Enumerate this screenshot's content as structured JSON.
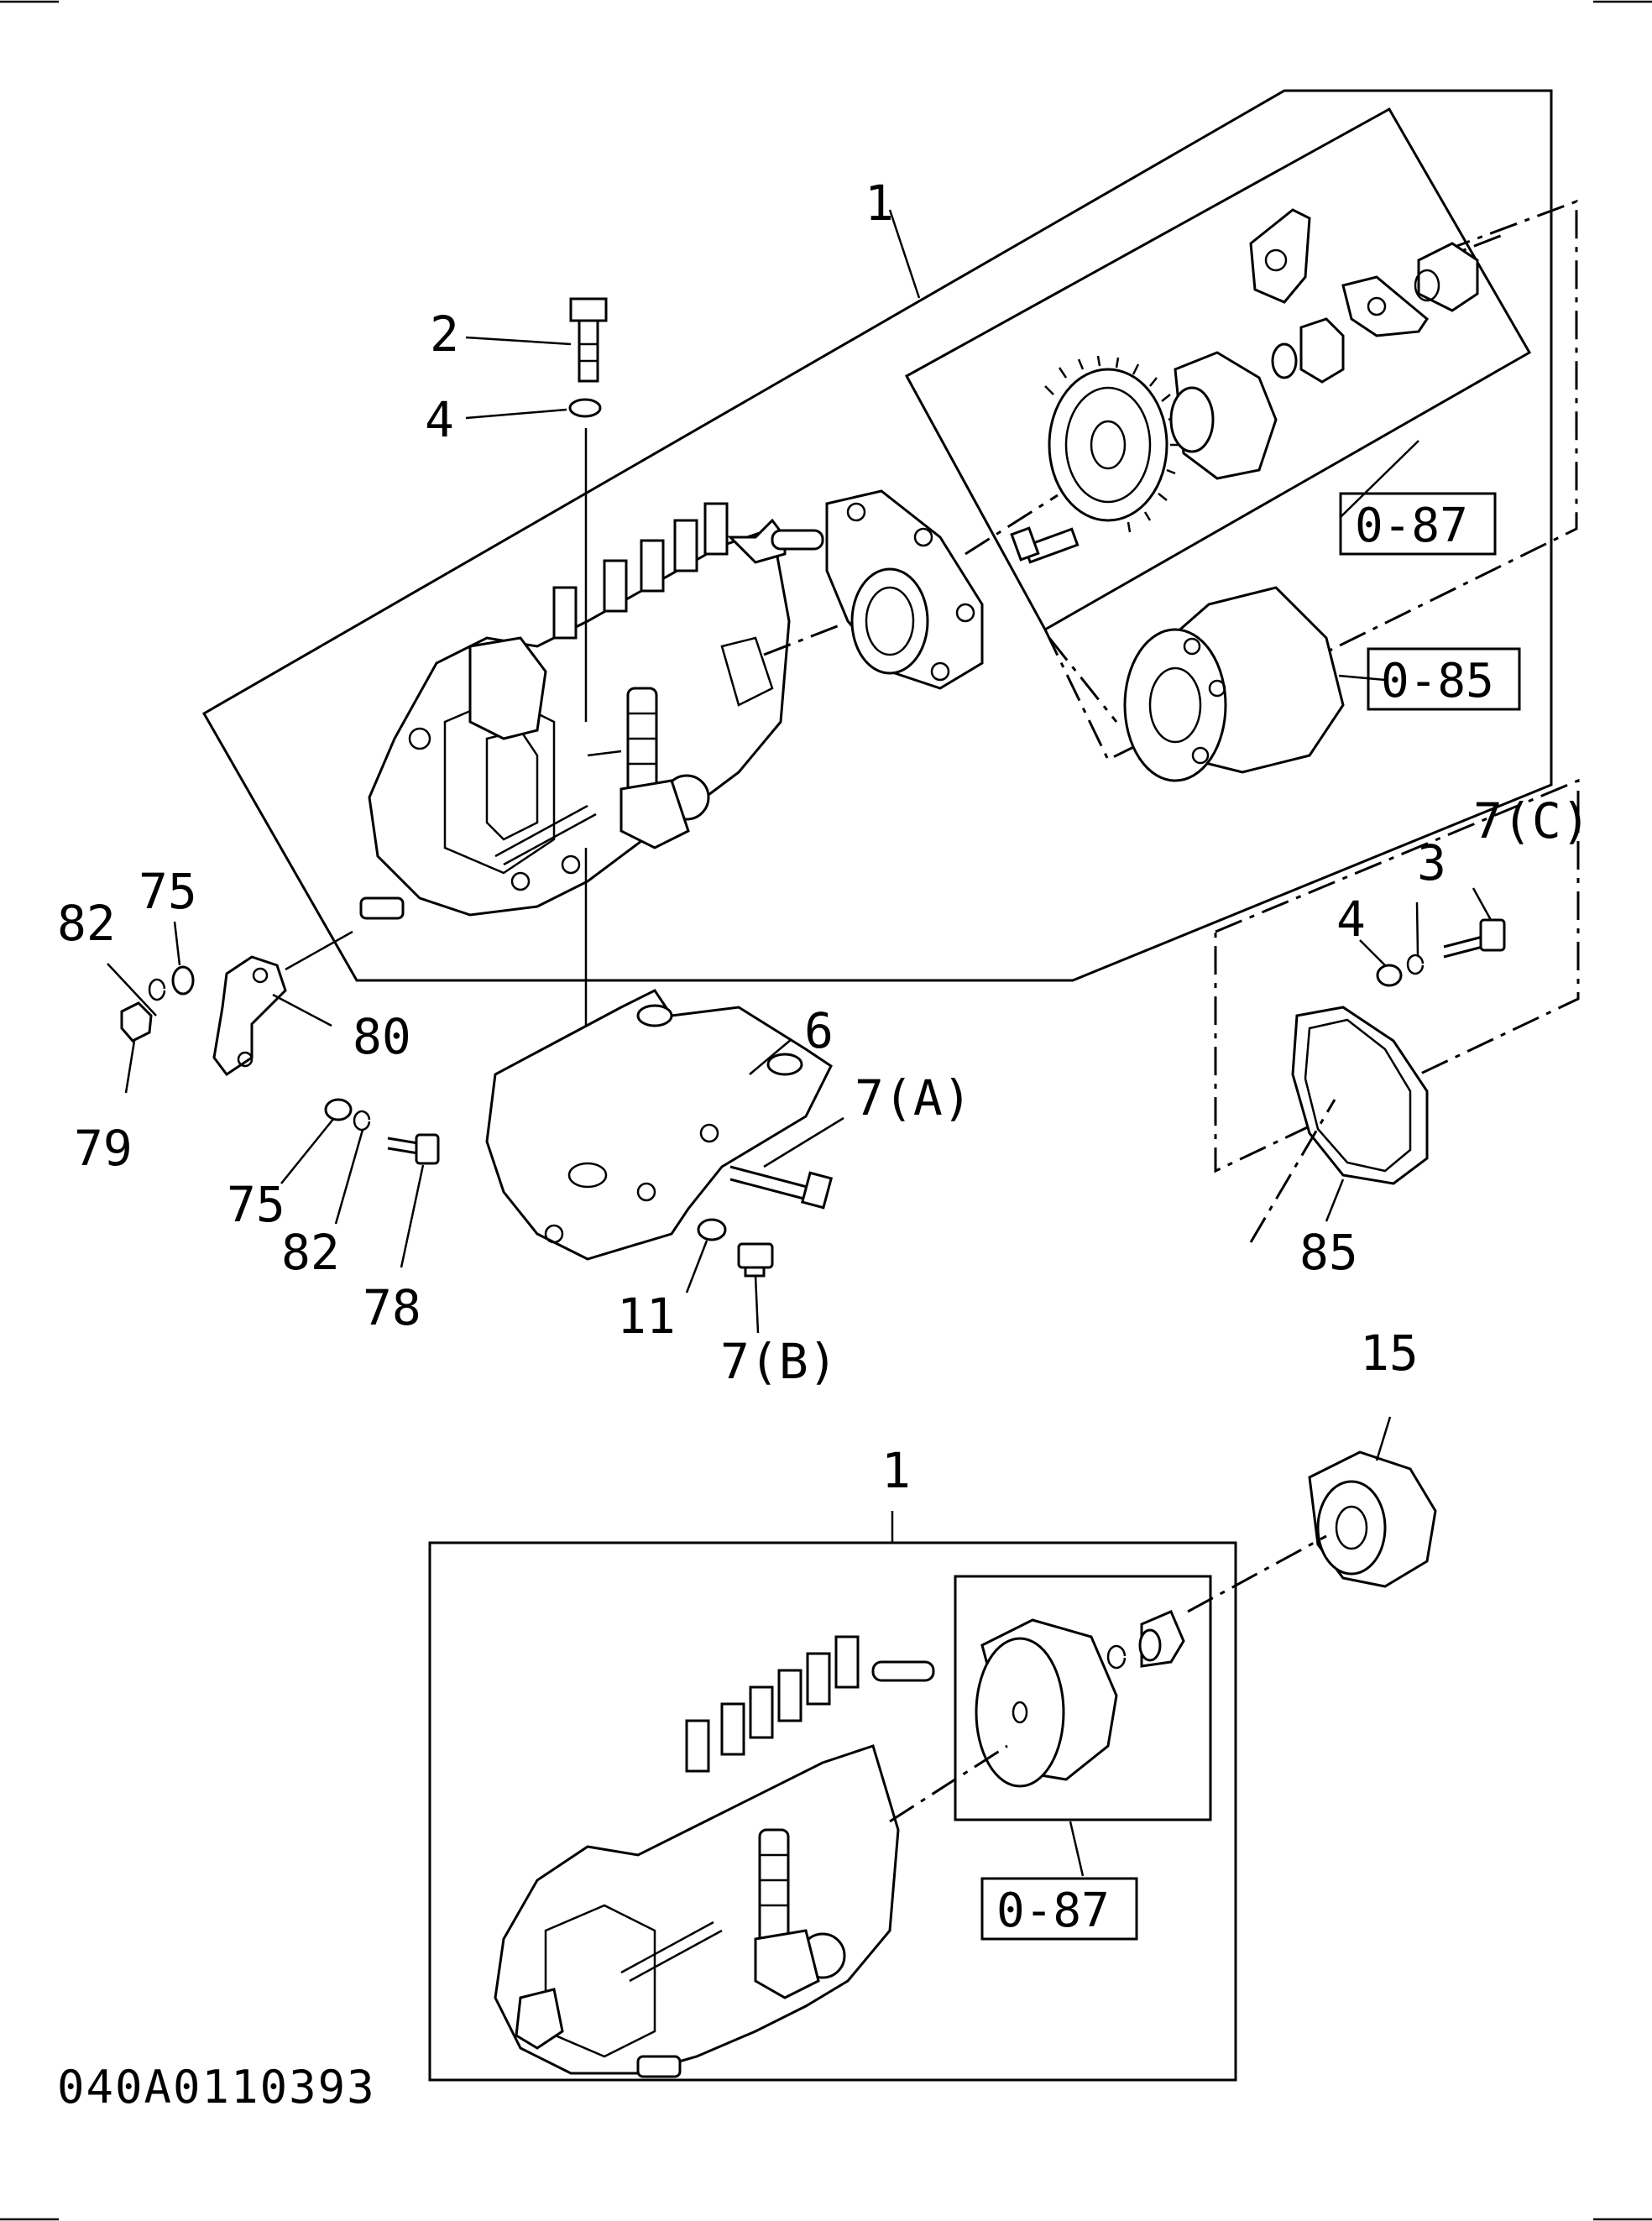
{
  "labels": {
    "l1_top": "1",
    "l2": "2",
    "l4_top": "4",
    "l82_a": "82",
    "l75_a": "75",
    "l80": "80",
    "l79": "79",
    "l75_b": "75",
    "l82_b": "82",
    "l78": "78",
    "l6": "6",
    "l7a": "7(A)",
    "l11": "11",
    "l7b": "7(B)",
    "l7c": "7(C)",
    "l3": "3",
    "l4_right": "4",
    "l85": "85",
    "l15": "15",
    "l1_bottom": "1"
  },
  "refs": {
    "ref_top_087": "0-87",
    "ref_085": "0-85",
    "ref_bottom_087": "0-87"
  },
  "footer": {
    "code": "040A0110393"
  }
}
